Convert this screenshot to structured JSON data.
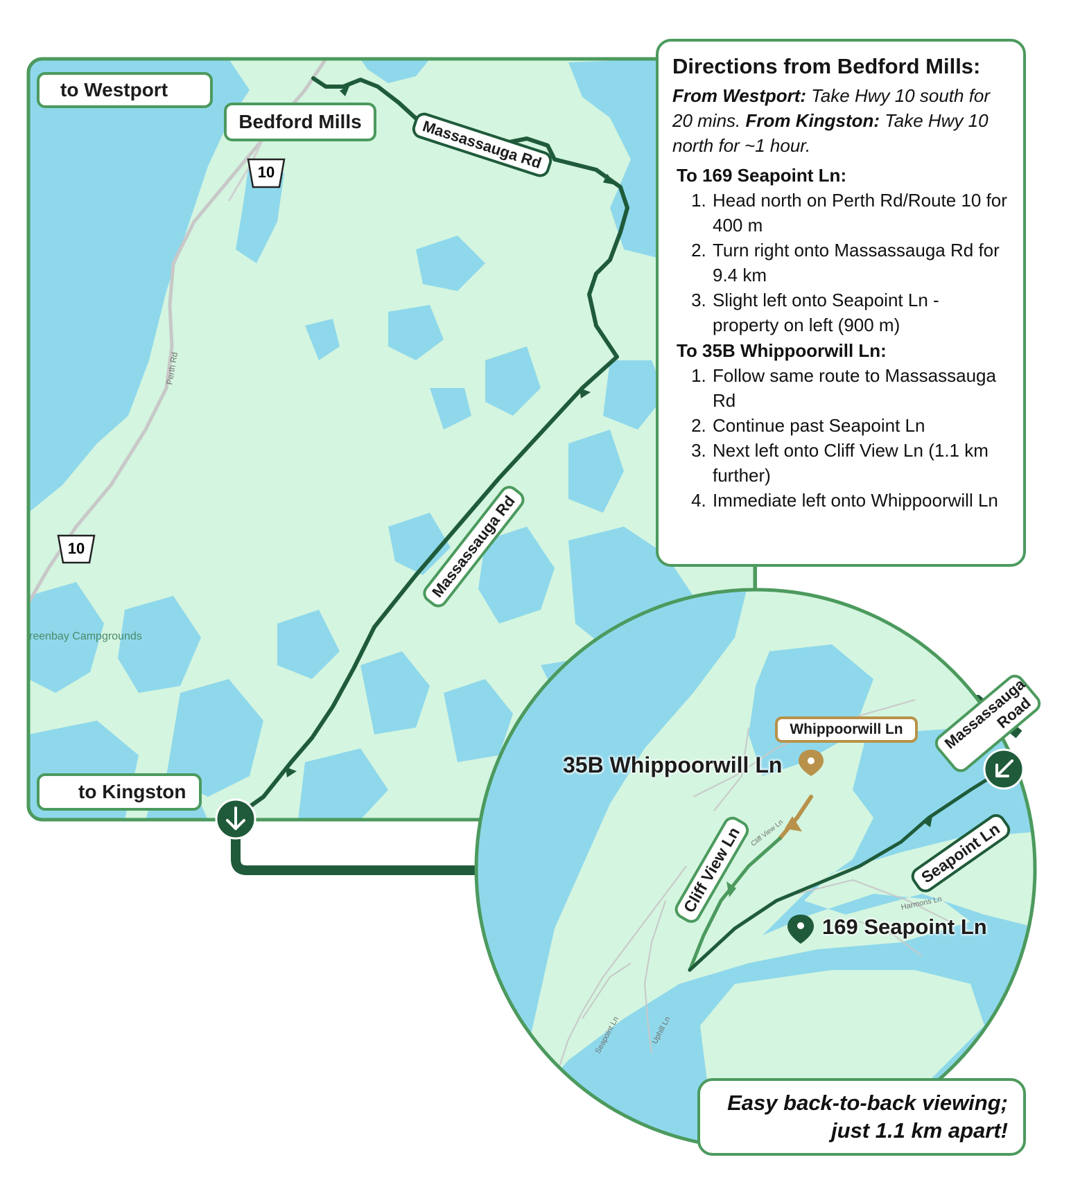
{
  "main_map": {
    "to_westport": "to Westport",
    "to_kingston": "to Kingston",
    "bedford_mills": "Bedford Mills",
    "route_shield_top": "10",
    "route_shield_bottom": "10",
    "massassauga_top": "Massassauga Rd",
    "massassauga_diag": "Massassauga Rd",
    "perth_rd": "Perth Rd",
    "campgrounds": "reenbay Campgrounds"
  },
  "directions": {
    "title": "Directions from Bedford Mills:",
    "intro_from_westport_label": "From Westport:",
    "intro_from_westport_text": " Take Hwy 10 south for 20 mins. ",
    "intro_from_kingston_label": "From Kingston:",
    "intro_from_kingston_text": " Take Hwy 10 north for ~1 hour.",
    "seapoint_heading": "To 169 Seapoint Ln:",
    "seapoint_steps": [
      "Head north on Perth Rd/Route 10 for 400 m",
      "Turn right onto Massassauga Rd for 9.4 km",
      "Slight left onto Seapoint Ln - property on left (900 m)"
    ],
    "whippoorwill_heading": "To 35B Whippoorwill Ln:",
    "whippoorwill_steps": [
      "Follow same route to Massassauga Rd",
      "Continue past Seapoint Ln",
      "Next left onto Cliff View Ln (1.1 km further)",
      "Immediate left onto Whippoorwill Ln"
    ]
  },
  "inset": {
    "massassauga_road": "Massassauga Road",
    "whippoorwill_ln": "Whippoorwill Ln",
    "pin_35b": "35B Whippoorwill Ln",
    "cliff_view_ln": "Cliff View Ln",
    "seapoint_ln": "Seapoint Ln",
    "pin_169": "169 Seapoint Ln",
    "harmons_ln": "Harmons Ln",
    "uphill_ln": "Uphill Ln",
    "seapoint_small": "Seapoint Ln",
    "cliff_small": "Cliff View Ln"
  },
  "footer": {
    "line1": "Easy back-to-back viewing;",
    "line2": "just 1.1 km apart!"
  },
  "colors": {
    "land": "#d4f5e0",
    "water": "#8fd8eb",
    "route": "#1f5b3a",
    "border": "#4c9a5e",
    "gold": "#b8924a"
  }
}
